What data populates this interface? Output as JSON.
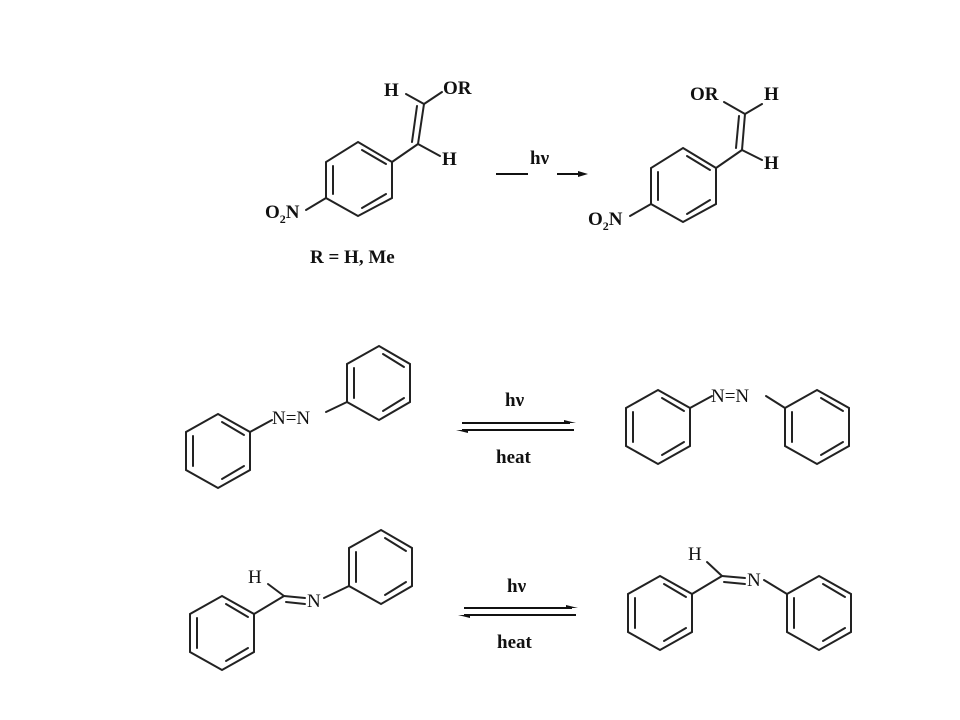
{
  "schemes": [
    {
      "id": "enol-ether-isomerization",
      "reactant_labels": {
        "h_top": "H",
        "or": "OR",
        "h_side": "H",
        "o2n": "O",
        "o2n_sub": "2",
        "o2n_n": "N"
      },
      "condition_top": "hν",
      "product_labels": {
        "or": "OR",
        "h_top": "H",
        "h_side": "H",
        "o2n": "O",
        "o2n_sub": "2",
        "o2n_n": "N"
      },
      "footnote": "R = H, Me"
    },
    {
      "id": "azobenzene",
      "reactant_label": "N=N",
      "condition_top": "hν",
      "condition_bottom": "heat",
      "product_label": "N=N"
    },
    {
      "id": "imine",
      "reactant_labels": {
        "h": "H",
        "n": "N"
      },
      "condition_top": "hν",
      "condition_bottom": "heat",
      "product_labels": {
        "h": "H",
        "n": "N"
      }
    }
  ]
}
